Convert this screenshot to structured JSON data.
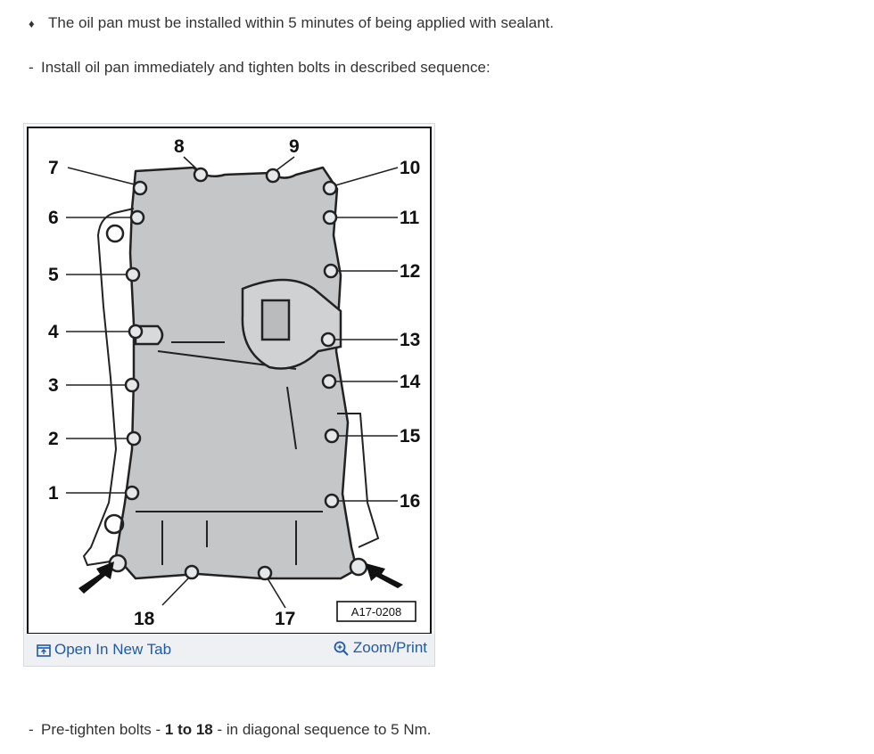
{
  "lines": {
    "note_bullet": "♦",
    "note": "The oil pan must be installed within 5 minutes of being applied with sealant.",
    "step1_dash": "-",
    "step1": "Install oil pan immediately and tighten bolts in described sequence:",
    "step2_dash": "-",
    "step2_pre": "Pre-tighten bolts - ",
    "step2_bold": "1 to 18",
    "step2_post": " - in diagonal sequence to 5 Nm."
  },
  "figure": {
    "callouts": [
      "1",
      "2",
      "3",
      "4",
      "5",
      "6",
      "7",
      "8",
      "9",
      "10",
      "11",
      "12",
      "13",
      "14",
      "15",
      "16",
      "17",
      "18"
    ],
    "figure_id": "A17-0208",
    "open_tab_label": "Open In New Tab",
    "zoom_label": "Zoom/Print"
  },
  "colors": {
    "link": "#1f5aa8",
    "text": "#333333",
    "figure_bar": "#eef0f3"
  },
  "icons": {
    "open_tab": "open-tab-icon",
    "zoom": "zoom-icon"
  }
}
